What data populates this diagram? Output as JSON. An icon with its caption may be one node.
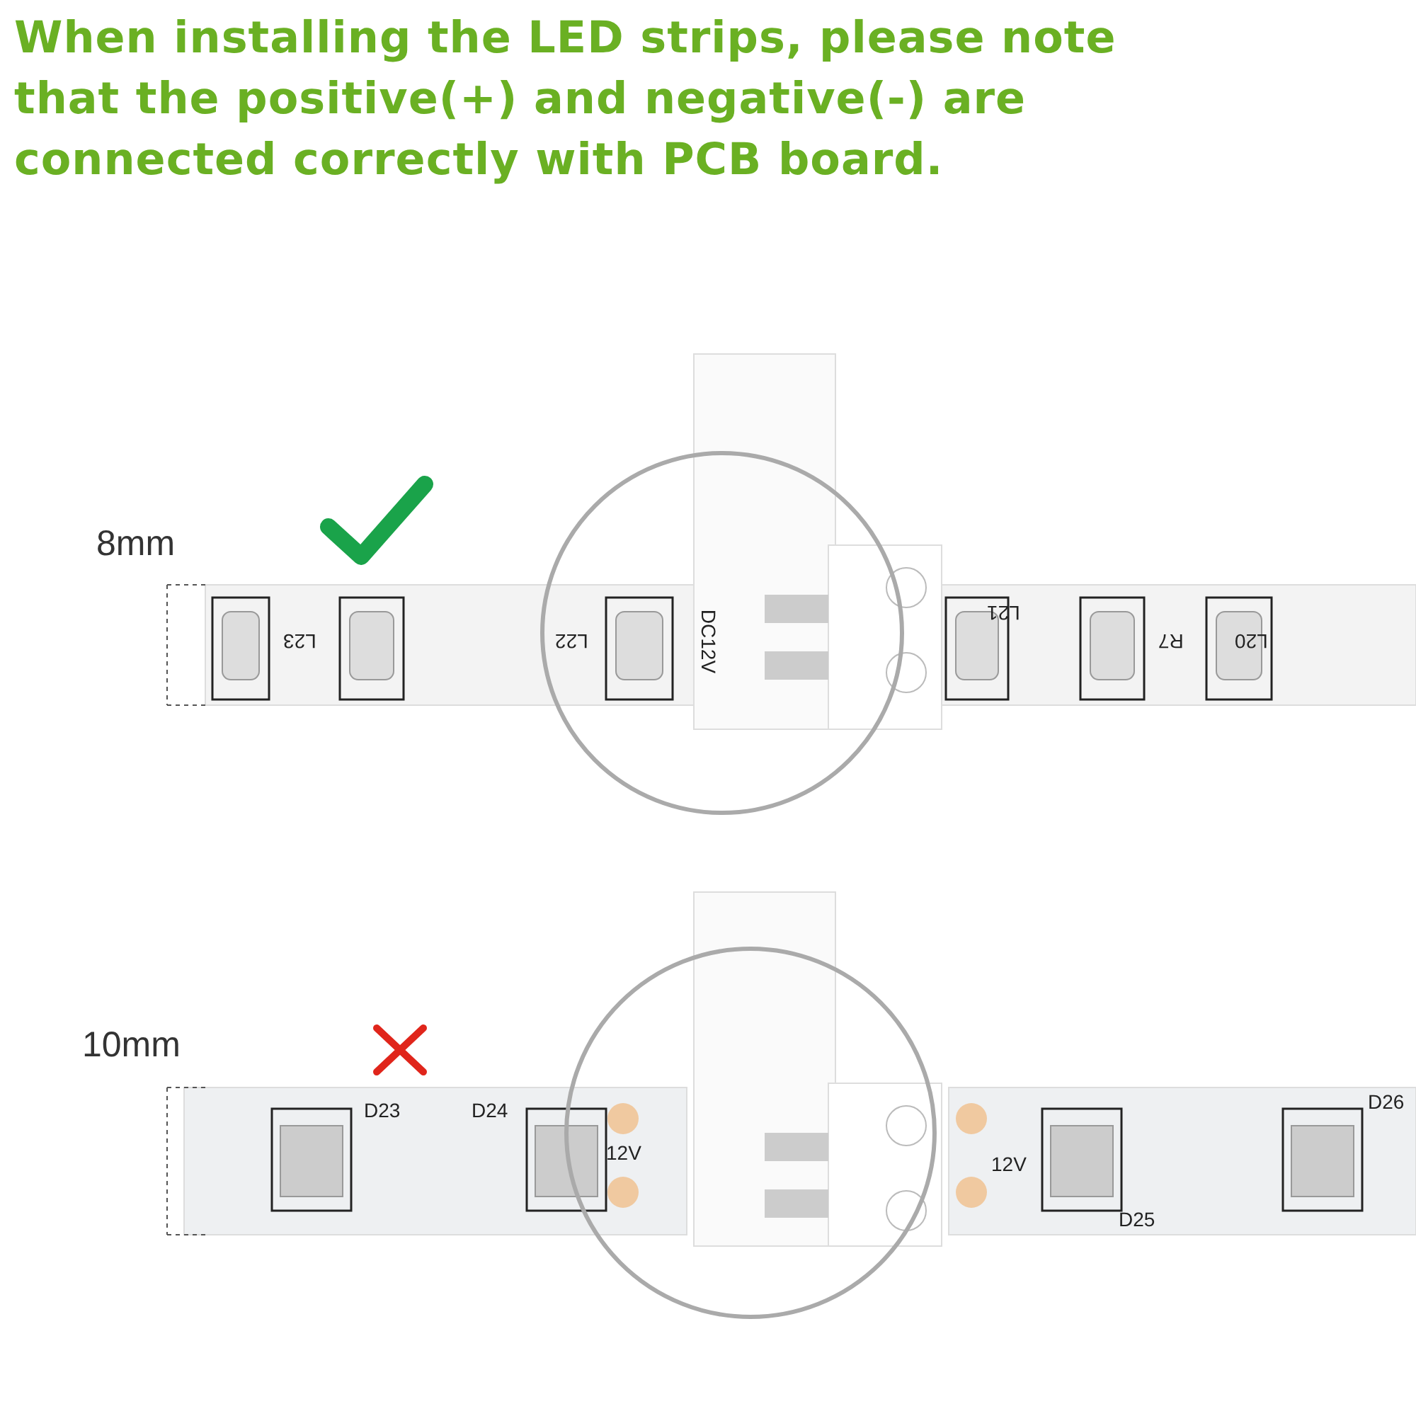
{
  "diagram": {
    "title": "When installing the LED strips, please note that the positive(+) and negative(-) are connected correctly with PCB board.",
    "labels": [
      "8mm",
      "L23",
      "L22",
      "DC12V",
      "L21",
      "R7",
      "L20",
      "10mm",
      "D23",
      "D24",
      "12V",
      "12V",
      "D25",
      "D26"
    ]
  }
}
